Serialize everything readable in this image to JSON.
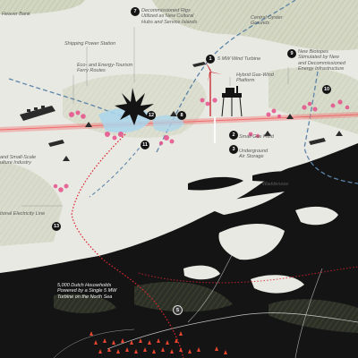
{
  "map": {
    "colors": {
      "sea": "#e9e9e3",
      "land": "#141414",
      "banks": "#c9cfb6",
      "gas_field": "#e6508a",
      "transmission": "#f27c7c",
      "route": "#5c84a8",
      "storage": "#a9d6ec",
      "wind_farm": "#e8452f"
    },
    "labels": {
      "bank": "Heaver Bank",
      "shipping_power": "Shipping Power Station",
      "eco_tourism": "Eco- and Energy-Tourism\nFerry Routes",
      "small_scale": "and Small-Scale\nulture Industry",
      "grid": "tional Electricity Line",
      "rigs": "Decommissioned Rigs\nUtilized as New Cultural\nHubs and Service Islands",
      "oyster": "Central Oyster\nGrounds",
      "turbine": "5 MW Wind Turbine",
      "hybrid": "Hybrid Gas-Wind\nPlatform",
      "gas_field": "Small Gas Field",
      "storage": "Underground\nAir Storage",
      "biotopes": "New Biotopes\nStimulated by New\nand Decommissioned\nEnergy Infrastructure",
      "waddenzee": "Waddenzee",
      "households": "5,000 Dutch Households\nPowered by a Single 5 MW\nTurbine on the North Sea"
    },
    "markers": [
      "1",
      "2",
      "3",
      "5",
      "7",
      "8",
      "9",
      "10",
      "11",
      "12",
      "13"
    ]
  }
}
